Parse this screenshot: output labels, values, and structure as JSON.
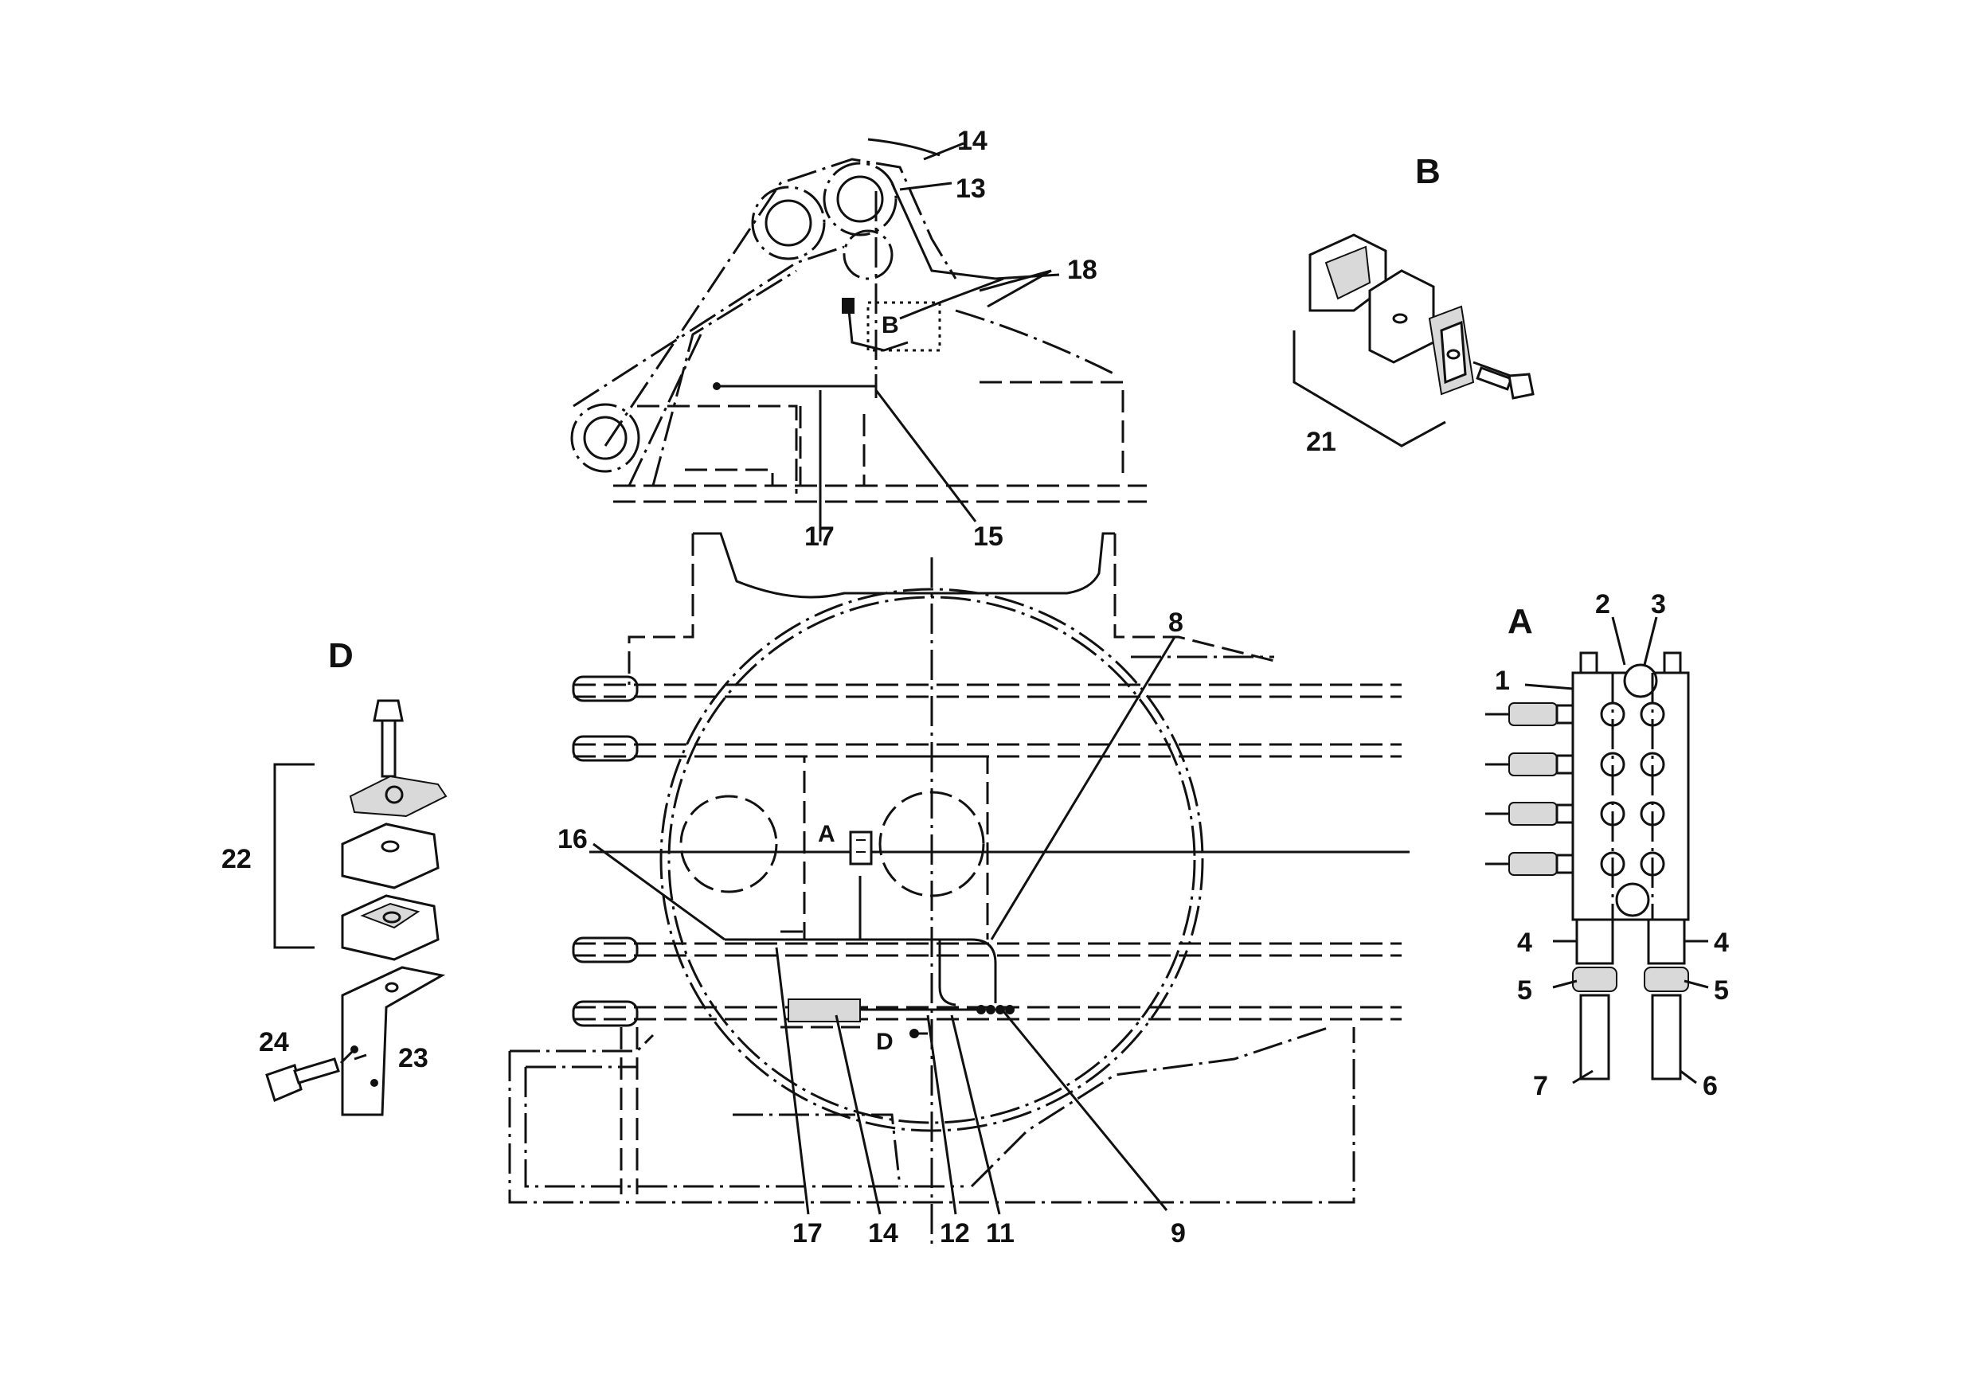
{
  "diagram": {
    "section_labels": {
      "A": "A",
      "B": "B",
      "D": "D"
    },
    "inline_labels": {
      "A": "A",
      "B": "B",
      "D": "D"
    },
    "callouts": {
      "c1": "1",
      "c2": "2",
      "c3": "3",
      "c4_left": "4",
      "c4_right": "4",
      "c5_left": "5",
      "c5_right": "5",
      "c6": "6",
      "c7": "7",
      "c8": "8",
      "c9": "9",
      "c11": "11",
      "c12": "12",
      "c13": "13",
      "c14_top": "14",
      "c14_bottom": "14",
      "c15": "15",
      "c16": "16",
      "c17_top": "17",
      "c17_bottom": "17",
      "c18": "18",
      "c21": "21",
      "c22": "22",
      "c23": "23",
      "c24": "24"
    }
  }
}
